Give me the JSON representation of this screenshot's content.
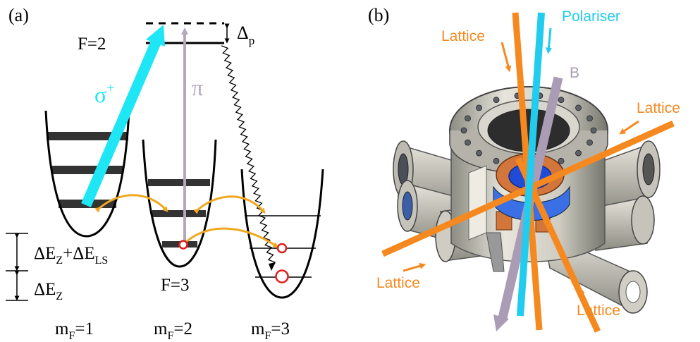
{
  "panel_a": {
    "label": "(a)",
    "excited_state": "F=2",
    "ground_state": "F=3",
    "detuning": "Δ",
    "detuning_sub": "p",
    "sigma_symbol": "σ",
    "sigma_sup": "+",
    "pi_symbol": "π",
    "spacing_upper": {
      "a": "ΔE",
      "a_sub": "Z",
      "plus": "+ΔE",
      "b_sub": "LS"
    },
    "spacing_lower": {
      "a": "ΔE",
      "a_sub": "Z"
    },
    "mf_labels": [
      {
        "m": "m",
        "sub": "F",
        "val": "=1"
      },
      {
        "m": "m",
        "sub": "F",
        "val": "=2"
      },
      {
        "m": "m",
        "sub": "F",
        "val": "=3"
      }
    ],
    "colors": {
      "sigma": "#1ee6f5",
      "pi": "#b3a9bb",
      "coupling": "#f0a820",
      "atom": "#e0201e"
    }
  },
  "panel_b": {
    "label": "(b)",
    "beams": {
      "lattice": "Lattice",
      "polariser": "Polariser",
      "magnetic": "B"
    },
    "colors": {
      "lattice": "#f5891f",
      "polariser": "#22ccee",
      "magnetic": "#a99cb4"
    }
  }
}
